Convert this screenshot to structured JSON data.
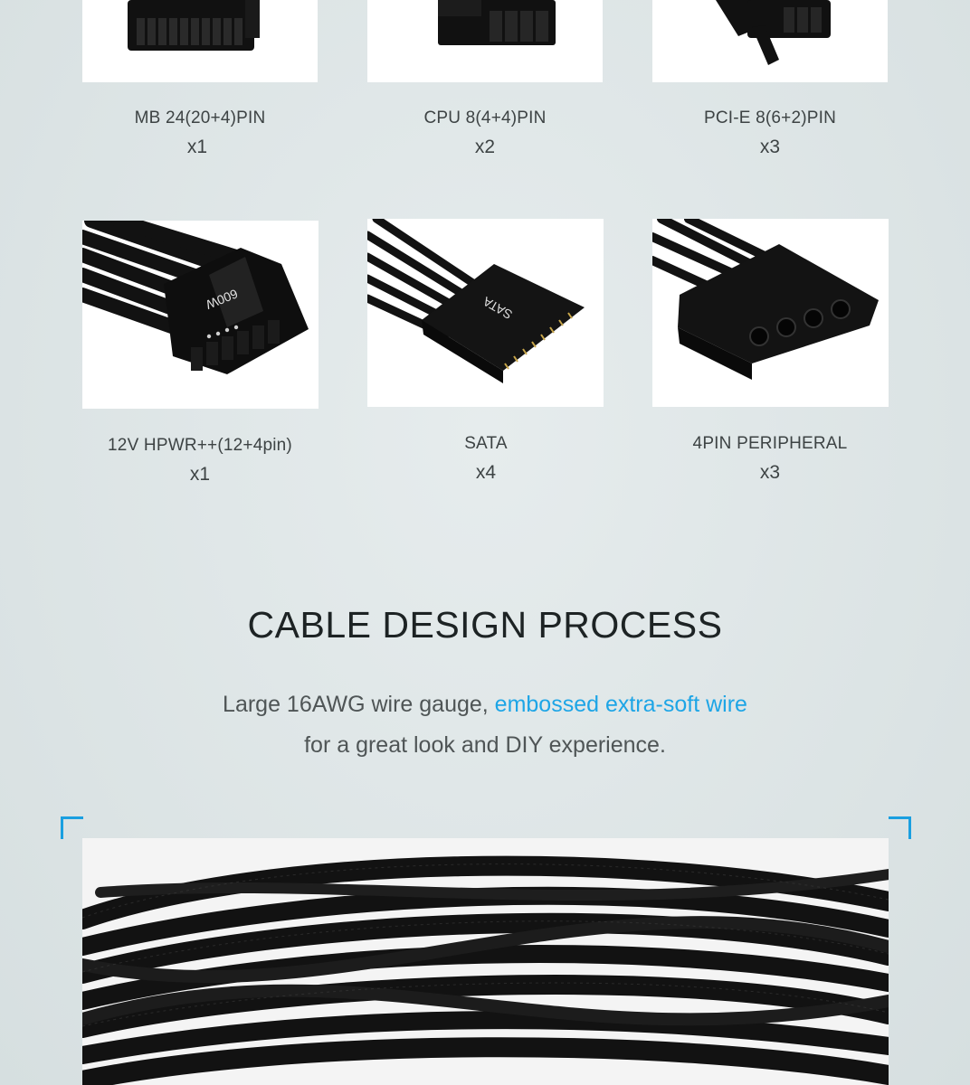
{
  "connectors": [
    {
      "label": "MB 24(20+4)PIN",
      "count": "x1",
      "icon": "atx-24pin-connector-image"
    },
    {
      "label": "CPU 8(4+4)PIN",
      "count": "x2",
      "icon": "cpu-8pin-connector-image"
    },
    {
      "label": "PCI-E 8(6+2)PIN",
      "count": "x3",
      "icon": "pcie-8pin-connector-image"
    },
    {
      "label": "12V HPWR++(12+4pin)",
      "count": "x1",
      "icon": "12vhpwr-connector-image",
      "connector_marking": "600W"
    },
    {
      "label": "SATA",
      "count": "x4",
      "icon": "sata-connector-image",
      "connector_marking": "SATA"
    },
    {
      "label": "4PIN PERIPHERAL",
      "count": "x3",
      "icon": "molex-connector-image"
    }
  ],
  "section": {
    "title": "CABLE DESIGN PROCESS",
    "desc_part1": "Large 16AWG wire gauge, ",
    "desc_highlight": "embossed extra-soft wire",
    "desc_line2": "for a great look and DIY experience."
  },
  "colors": {
    "background": "#dfe7e8",
    "accent": "#1da5e6",
    "heading": "#1d2324",
    "connector_black": "#111111"
  }
}
